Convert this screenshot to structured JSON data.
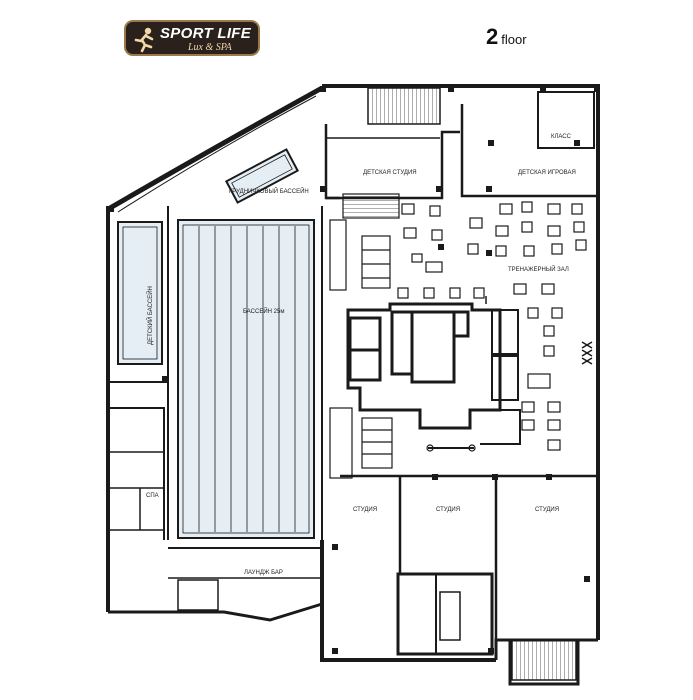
{
  "logo": {
    "brand": "SPORT LIFE",
    "subtitle": "Lux & SPA"
  },
  "floor": {
    "number": "2",
    "word": "floor"
  },
  "rooms": {
    "class": "КЛАСС",
    "kids_studio": "ДЕТСКАЯ СТУДИЯ",
    "kids_playroom": "ДЕТСКАЯ ИГРОВАЯ",
    "kids_pool_small": "ГРУДНИЧКОВЫЙ БАССЕЙН",
    "kids_pool": "ДЕТСКИЙ БАССЕЙН",
    "pool_25m": "БАССЕЙН 25м",
    "gym": "ТРЕНАЖЕРНЫЙ ЗАЛ",
    "spa": "СПА",
    "studio_1": "СТУДИЯ",
    "studio_2": "СТУДИЯ",
    "studio_3": "СТУДИЯ",
    "lounge_bar": "ЛАУНДЖ БАР"
  },
  "colors": {
    "walls": "#1a1a1a",
    "pool_water": "#dfeaf3",
    "logo_bg": "#2a201c",
    "logo_accent": "#f2d9a8"
  }
}
